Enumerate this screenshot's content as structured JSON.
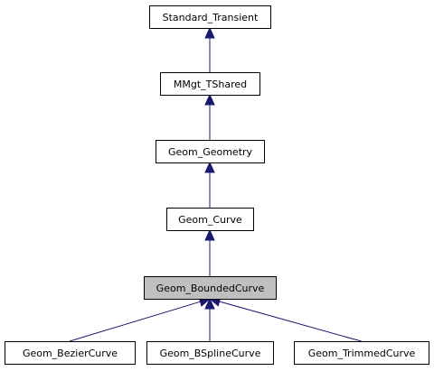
{
  "diagram": {
    "nodes": [
      {
        "id": "standard_transient",
        "label": "Standard_Transient",
        "highlighted": false
      },
      {
        "id": "mmgt_tshared",
        "label": "MMgt_TShared",
        "highlighted": false
      },
      {
        "id": "geom_geometry",
        "label": "Geom_Geometry",
        "highlighted": false
      },
      {
        "id": "geom_curve",
        "label": "Geom_Curve",
        "highlighted": false
      },
      {
        "id": "geom_boundedcurve",
        "label": "Geom_BoundedCurve",
        "highlighted": true
      },
      {
        "id": "geom_beziercurve",
        "label": "Geom_BezierCurve",
        "highlighted": false
      },
      {
        "id": "geom_bsplinecurve",
        "label": "Geom_BSplineCurve",
        "highlighted": false
      },
      {
        "id": "geom_trimmedcurve",
        "label": "Geom_TrimmedCurve",
        "highlighted": false
      }
    ],
    "edges": [
      {
        "from": "mmgt_tshared",
        "to": "standard_transient"
      },
      {
        "from": "geom_geometry",
        "to": "mmgt_tshared"
      },
      {
        "from": "geom_curve",
        "to": "geom_geometry"
      },
      {
        "from": "geom_boundedcurve",
        "to": "geom_curve"
      },
      {
        "from": "geom_beziercurve",
        "to": "geom_boundedcurve"
      },
      {
        "from": "geom_bsplinecurve",
        "to": "geom_boundedcurve"
      },
      {
        "from": "geom_trimmedcurve",
        "to": "geom_boundedcurve"
      }
    ],
    "colors": {
      "edge": "#191970",
      "highlight_fill": "#bfbfbf",
      "box_fill": "#ffffff",
      "box_stroke": "#000000"
    }
  }
}
